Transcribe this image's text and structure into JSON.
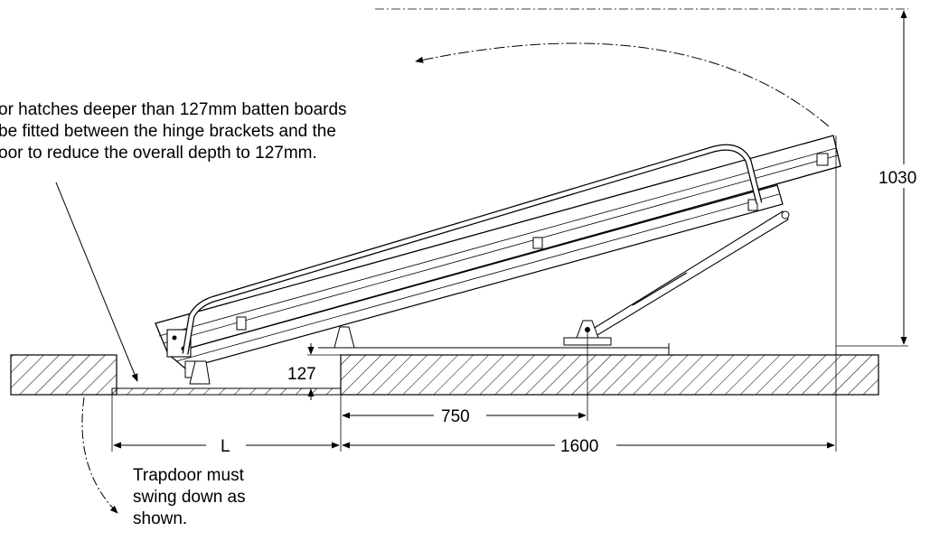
{
  "notes": {
    "batten_lines": [
      "or hatches deeper than 127mm batten boards",
      "be fitted between the hinge brackets and the",
      "oor to reduce the overall depth to 127mm."
    ],
    "trapdoor_lines": [
      "Trapdoor must",
      "swing down as",
      "shown."
    ]
  },
  "dimensions": {
    "height": "1030",
    "depth": "127",
    "to_pivot": "750",
    "length": "1600",
    "opening": "L"
  }
}
